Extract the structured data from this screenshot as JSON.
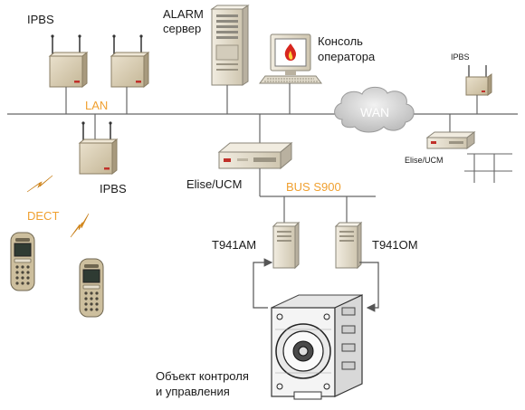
{
  "labels": {
    "ipbs_left": "IPBS",
    "ipbs_center": "IPBS",
    "ipbs_right": "IPBS",
    "alarm_line1": "ALARM",
    "alarm_line2": "сервер",
    "console_line1": "Консоль",
    "console_line2": "оператора",
    "lan": "LAN",
    "wan": "WAN",
    "elise_center": "Elise/UCM",
    "elise_right": "Elise/UCM",
    "bus": "BUS S900",
    "dect": "DECT",
    "t941am": "T941AM",
    "t941om": "T941OM",
    "object_line1": "Объект контроля",
    "object_line2": "и управления"
  },
  "colors": {
    "device_beige": "#d9cdb4",
    "device_shadow": "#a89a7e",
    "accent_orange": "#f0a030",
    "cloud_gray": "#d8d8d8",
    "line": "#666666"
  }
}
